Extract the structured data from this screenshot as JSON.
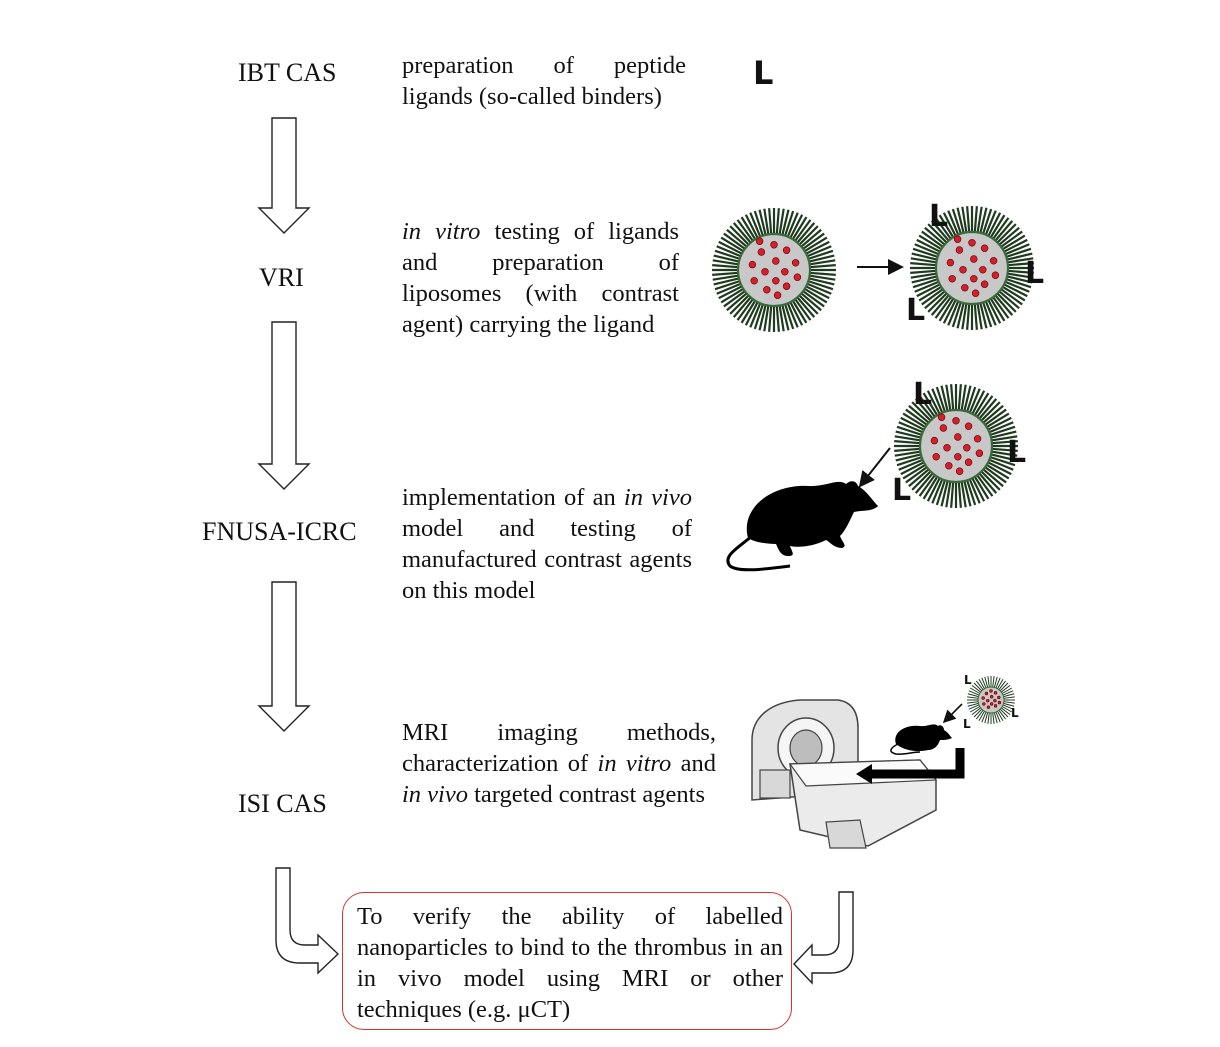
{
  "institutions": {
    "ibt": "IBT CAS",
    "vri": "VRI",
    "fnusa": "FNUSA-ICRC",
    "isi": "ISI CAS"
  },
  "steps": {
    "step1": "preparation of peptide ligands (so-called binders)",
    "step2": {
      "italic_lead": "in vitro",
      "rest": " testing of ligands and preparation of liposomes (with contrast agent) carrying the ligand"
    },
    "step3": {
      "part1": "implementation of an ",
      "italic1": "in vivo",
      "part2": " model and testing of manufactured contrast agents on this model"
    },
    "step4": {
      "part1": "MRI imaging methods, characterization of ",
      "italic1": "in vitro",
      "part2": " and ",
      "italic2": "in vivo",
      "part3": " targeted contrast agents"
    }
  },
  "goal": "To verify the ability of labelled nanoparticles to bind to the thrombus in an in vivo model using MRI or other techniques (e.g. μCT)",
  "ligand_label": "L",
  "icons": [
    "ligand-letter",
    "liposome-icon",
    "rat-icon",
    "mri-scanner-icon",
    "arrow-down-icon"
  ],
  "colors": {
    "goal_border": "#d6342c",
    "liposome_dots": "#d81e2c",
    "liposome_spikes": "#1f3a1f",
    "liposome_core": "#c8c8c8"
  }
}
